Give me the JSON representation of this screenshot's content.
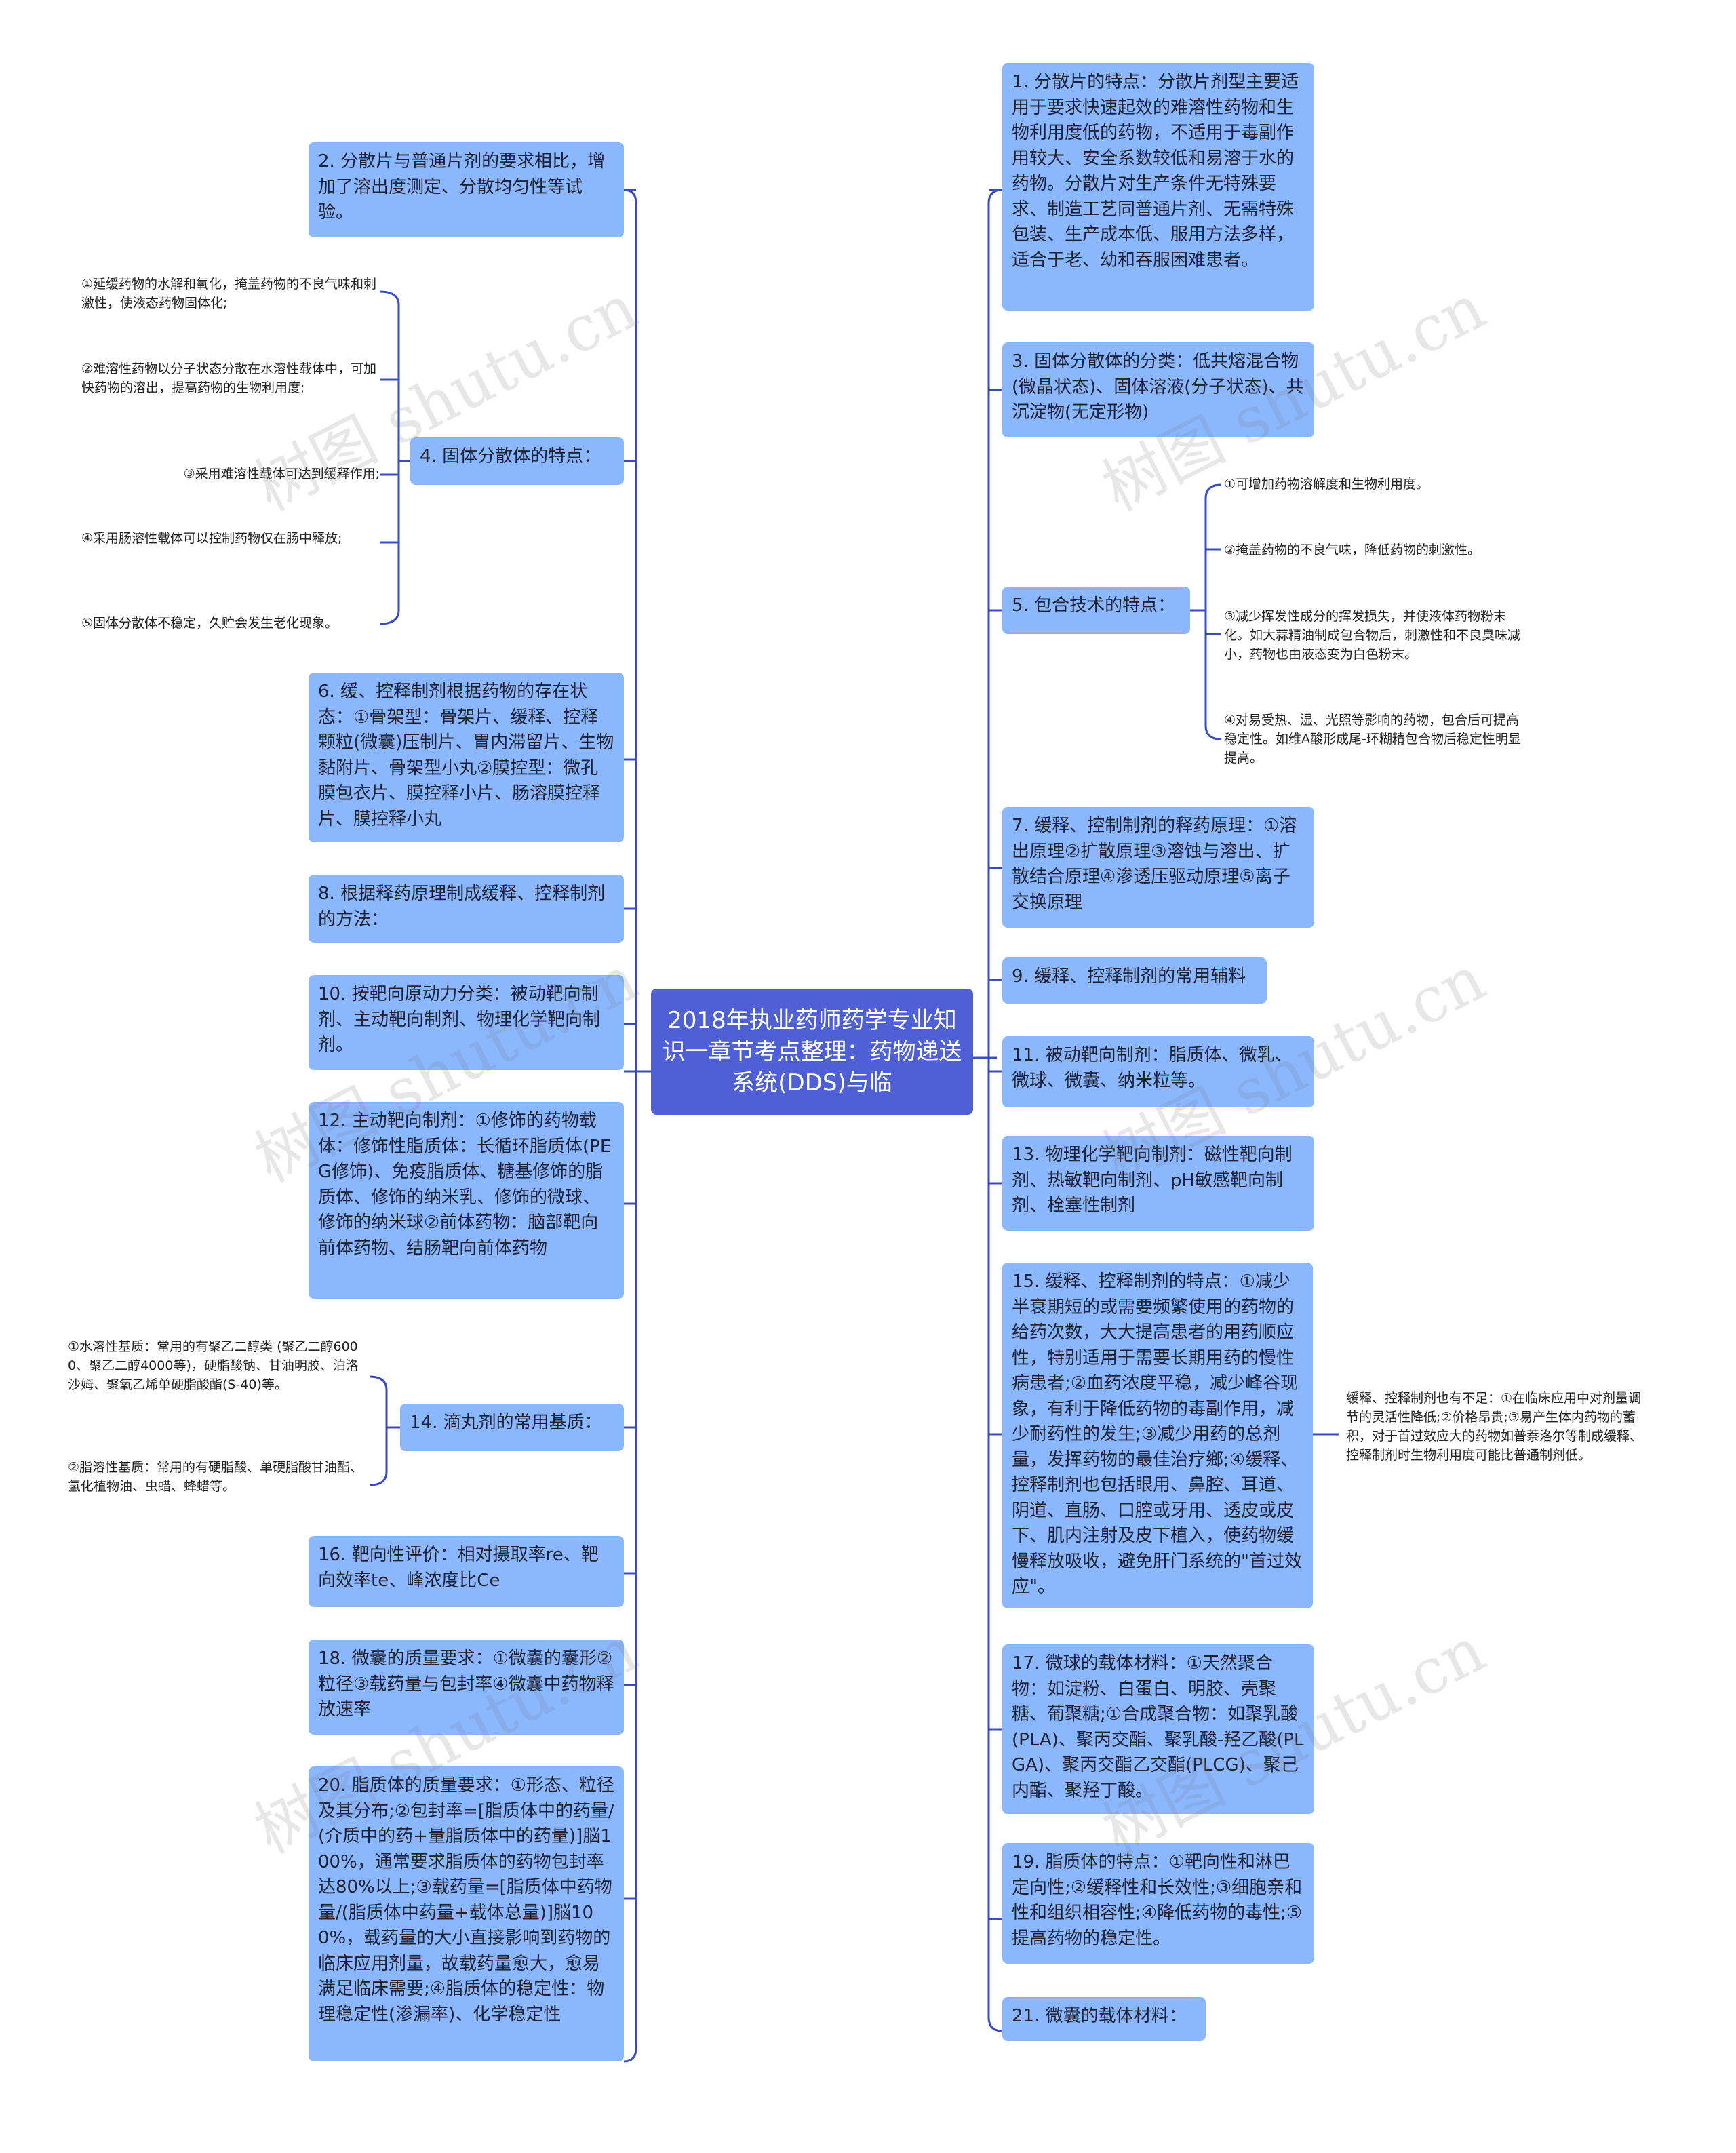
{
  "root": {
    "text": "2018年执业药师药学专业知识一章节考点整理：药物递送系统(DDS)与临"
  },
  "left": [
    {
      "id": "l2",
      "text": "2. 分散片与普通片剂的要求相比，增加了溶出度测定、分散均匀性等试验。"
    },
    {
      "id": "l4",
      "text": "4. 固体分散体的特点：",
      "children": [
        "①延缓药物的水解和氧化，掩盖药物的不良气味和刺激性，使液态药物固体化;",
        "②难溶性药物以分子状态分散在水溶性载体中，可加快药物的溶出，提高药物的生物利用度;",
        "③采用难溶性载体可达到缓释作用;",
        "④采用肠溶性载体可以控制药物仅在肠中释放;",
        "⑤固体分散体不稳定，久贮会发生老化现象。"
      ]
    },
    {
      "id": "l6",
      "text": "6. 缓、控释制剂根据药物的存在状态：①骨架型：骨架片、缓释、控释颗粒(微囊)压制片、胃内滞留片、生物黏附片、骨架型小丸②膜控型：微孔膜包衣片、膜控释小片、肠溶膜控释片、膜控释小丸"
    },
    {
      "id": "l8",
      "text": "8. 根据释药原理制成缓释、控释制剂的方法："
    },
    {
      "id": "l10",
      "text": "10. 按靶向原动力分类：被动靶向制剂、主动靶向制剂、物理化学靶向制剂。"
    },
    {
      "id": "l12",
      "text": "12. 主动靶向制剂：①修饰的药物载体：修饰性脂质体：长循环脂质体(PEG修饰)、免疫脂质体、糖基修饰的脂质体、修饰的纳米乳、修饰的微球、修饰的纳米球②前体药物：脑部靶向前体药物、结肠靶向前体药物"
    },
    {
      "id": "l14",
      "text": "14. 滴丸剂的常用基质：",
      "children": [
        "①水溶性基质：常用的有聚乙二醇类 (聚乙二醇6000、聚乙二醇4000等)，硬脂酸钠、甘油明胶、泊洛沙姆、聚氧乙烯单硬脂酸酯(S-40)等。",
        "②脂溶性基质：常用的有硬脂酸、单硬脂酸甘油酯、氢化植物油、虫蜡、蜂蜡等。"
      ]
    },
    {
      "id": "l16",
      "text": "16. 靶向性评价：相对摄取率re、靶向效率te、峰浓度比Ce"
    },
    {
      "id": "l18",
      "text": "18. 微囊的质量要求：①微囊的囊形②粒径③载药量与包封率④微囊中药物释放速率"
    },
    {
      "id": "l20",
      "text": "20. 脂质体的质量要求：①形态、粒径及其分布;②包封率=[脂质体中的药量/(介质中的药+量脂质体中的药量)]脳100%，通常要求脂质体的药物包封率达80%以上;③载药量=[脂质体中药物量/(脂质体中药量+载体总量)]脳100%，载药量的大小直接影响到药物的临床应用剂量，故载药量愈大，愈易满足临床需要;④脂质体的稳定性：物理稳定性(渗漏率)、化学稳定性"
    }
  ],
  "right": [
    {
      "id": "r1",
      "text": "1. 分散片的特点：分散片剂型主要适用于要求快速起效的难溶性药物和生物利用度低的药物，不适用于毒副作用较大、安全系数较低和易溶于水的药物。分散片对生产条件无特殊要求、制造工艺同普通片剂、无需特殊包装、生产成本低、服用方法多样，适合于老、幼和吞服困难患者。"
    },
    {
      "id": "r3",
      "text": "3. 固体分散体的分类：低共熔混合物(微晶状态)、固体溶液(分子状态)、共沉淀物(无定形物)"
    },
    {
      "id": "r5",
      "text": "5. 包合技术的特点：",
      "children": [
        "①可增加药物溶解度和生物利用度。",
        "②掩盖药物的不良气味，降低药物的刺激性。",
        "③减少挥发性成分的挥发损失，并使液体药物粉末化。如大蒜精油制成包合物后，刺激性和不良臭味减小，药物也由液态变为白色粉末。",
        "④对易受热、湿、光照等影响的药物，包合后可提高稳定性。如维A酸形成尾-环糊精包合物后稳定性明显提高。"
      ]
    },
    {
      "id": "r7",
      "text": "7. 缓释、控制制剂的释药原理：①溶出原理②扩散原理③溶蚀与溶出、扩散结合原理④渗透压驱动原理⑤离子交换原理"
    },
    {
      "id": "r9",
      "text": "9. 缓释、控释制剂的常用辅料"
    },
    {
      "id": "r11",
      "text": "11. 被动靶向制剂：脂质体、微乳、微球、微囊、纳米粒等。"
    },
    {
      "id": "r13",
      "text": "13. 物理化学靶向制剂：磁性靶向制剂、热敏靶向制剂、pH敏感靶向制剂、栓塞性制剂"
    },
    {
      "id": "r15",
      "text": "15. 缓释、控释制剂的特点：①减少半衰期短的或需要频繁使用的药物的给药次数，大大提高患者的用药顺应性，特别适用于需要长期用药的慢性病患者;②血药浓度平稳，减少峰谷现象，有利于降低药物的毒副作用，减少耐药性的发生;③减少用药的总剂量，发挥药物的最佳治疗鄉;④缓释、控释制剂也包括眼用、鼻腔、耳道、阴道、直肠、口腔或牙用、透皮或皮下、肌内注射及皮下植入，使药物缓慢释放吸收，避免肝门系统的\"首过效应\"。",
      "children": [
        "缓释、控释制剂也有不足：①在临床应用中对剂量调节的灵活性降低;②价格昂贵;③易产生体内药物的蓄积，对于首过效应大的药物如普萘洛尔等制成缓释、控释制剂时生物利用度可能比普通制剂低。"
      ]
    },
    {
      "id": "r17",
      "text": "17. 微球的载体材料：①天然聚合物：如淀粉、白蛋白、明胶、壳聚糖、葡聚糖;①合成聚合物：如聚乳酸(PLA)、聚丙交酯、聚乳酸-羟乙酸(PLGA)、聚丙交酯乙交酯(PLCG)、聚己内酯、聚羟丁酸。"
    },
    {
      "id": "r19",
      "text": "19. 脂质体的特点：①靶向性和淋巴定向性;②缓释性和长效性;③细胞亲和性和组织相容性;④降低药物的毒性;⑤提高药物的稳定性。"
    },
    {
      "id": "r21",
      "text": "21. 微囊的载体材料："
    }
  ],
  "watermark": {
    "text": "树图 shutu.cn"
  },
  "colors": {
    "root": "#4f5fd6",
    "topic": "#8bb7ff",
    "line": "#3b4cc0"
  }
}
